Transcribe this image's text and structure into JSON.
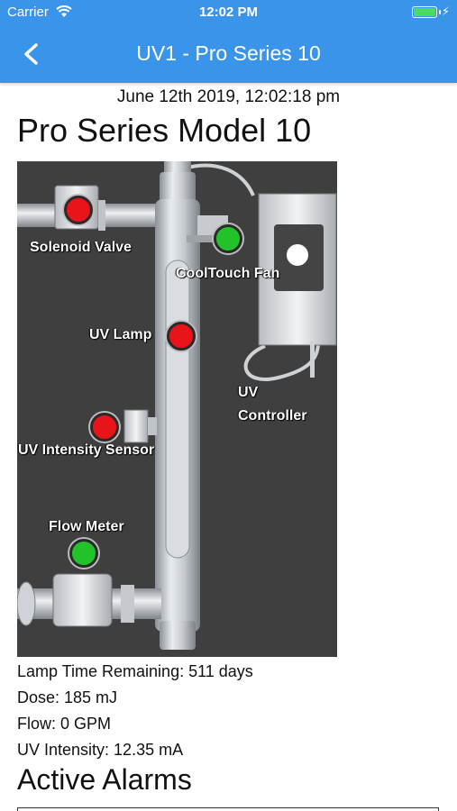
{
  "status_bar": {
    "carrier": "Carrier",
    "time": "12:02 PM",
    "battery_level": 1.0
  },
  "nav": {
    "title": "UV1 - Pro Series 10",
    "back_icon": "chevron-left-icon"
  },
  "timestamp": "June 12th 2019, 12:02:18 pm",
  "model_title": "Pro Series Model 10",
  "diagram": {
    "labels": {
      "solenoid_valve": "Solenoid Valve",
      "cooltouch_fan": "CoolTouch Fan",
      "uv_lamp": "UV Lamp",
      "uv_controller_line1": "UV",
      "uv_controller_line2": "Controller",
      "uv_intensity_sensor": "UV Intensity Sensor",
      "flow_meter": "Flow Meter"
    },
    "indicator_colors": {
      "solenoid_valve": "#e8141a",
      "cooltouch_fan": "#22c22a",
      "uv_lamp": "#e8141a",
      "uv_controller": "#ffffff",
      "uv_intensity_sensor": "#e8141a",
      "flow_meter": "#22c22a"
    }
  },
  "readings": {
    "lamp_time": "Lamp Time Remaining: 511 days",
    "dose": "Dose: 185 mJ",
    "flow": "Flow: 0 GPM",
    "uv_intensity": "UV Intensity: 12.35 mA"
  },
  "alarms_title": "Active Alarms",
  "colors": {
    "header": "#3a95ea",
    "diagram_bg": "#3f3f3f"
  }
}
